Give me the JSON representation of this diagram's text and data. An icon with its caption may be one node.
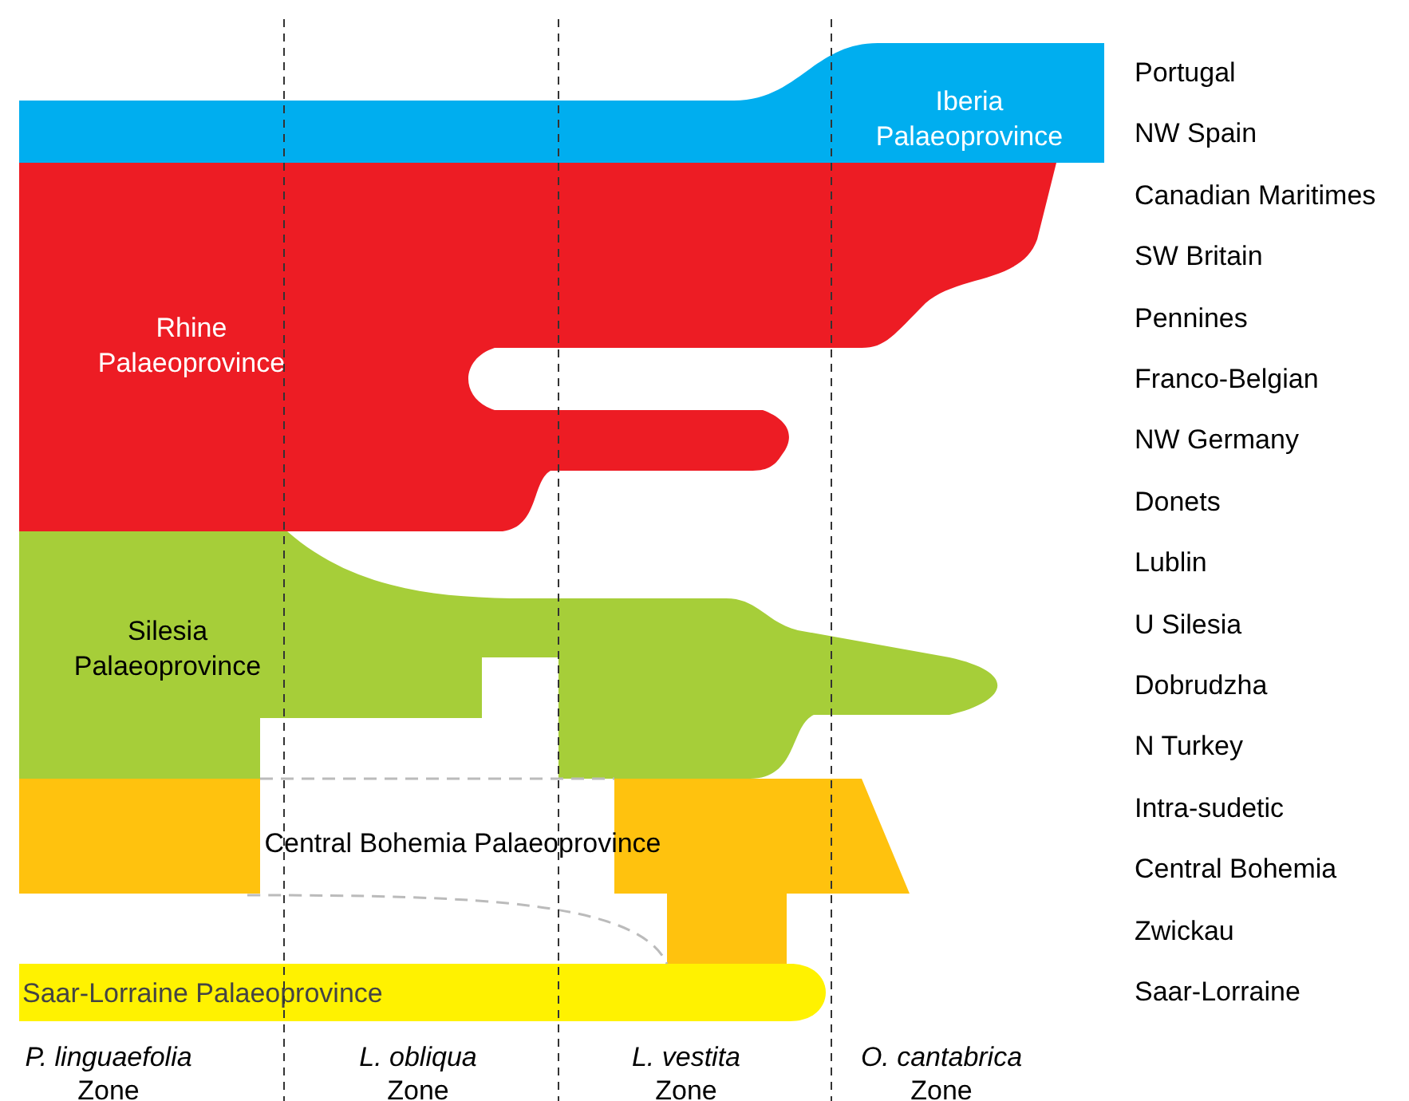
{
  "diagram": {
    "nodes": [
      {
        "text": [
          "Iberia Palaeoprovince"
        ]
      },
      {
        "text": [
          "Rhine Palaeoprovince"
        ]
      },
      {
        "text": [
          "Silesia Palaeoprovince"
        ]
      },
      {
        "text": [
          "Central Bohemia Palaeoprovince"
        ]
      },
      {
        "text": [
          "Saar-Lorraine Palaeoprovince"
        ]
      }
    ],
    "labels": [
      "Portugal",
      "NW Spain",
      "Canadian Maritimes",
      "SW Britain",
      "Pennines",
      "Franco-Belgian",
      "NW Germany",
      "Donets",
      "Lublin",
      "U Silesia",
      "Dobrudzha",
      "N Turkey",
      "Intra-sudetic",
      "Central Bohemia",
      "Zwickau",
      "Saar-Lorraine",
      "*P. linguaefolia* Zone",
      "*L. obliqua* Zone",
      "*L. vestita* Zone",
      "*O. cantabrica* Zone"
    ]
  }
}
